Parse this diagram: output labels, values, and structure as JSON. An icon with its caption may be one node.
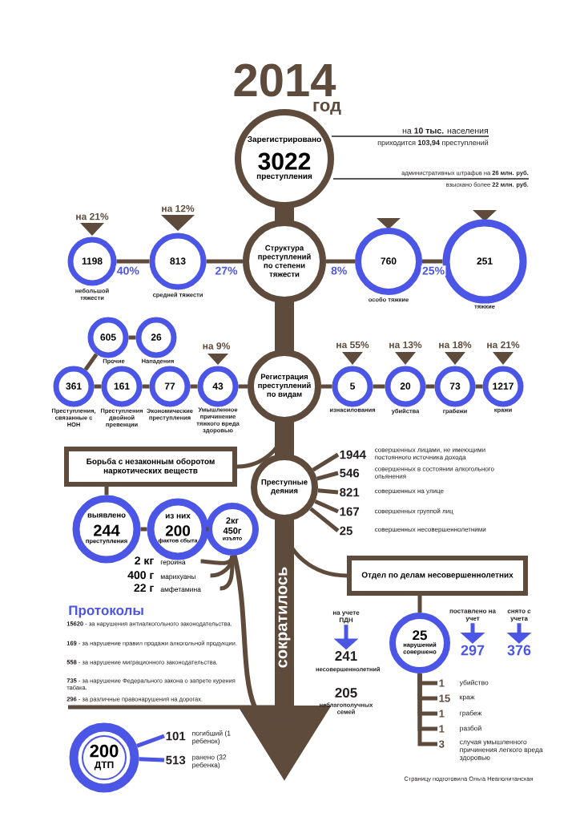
{
  "diagram": {
    "title": "2014",
    "nodes": [
      {
        "text": [
          "Зарегистрировано",
          "3022",
          "преступления"
        ]
      },
      {
        "text": [
          "Структура преступлений по степени тяжести"
        ]
      },
      {
        "text": [
          "1198"
        ],
        "beside": [
          "на 21%",
          "небольшой тяжести"
        ]
      },
      {
        "text": [
          "813"
        ],
        "beside": [
          "на 12%",
          "средней тяжести"
        ]
      },
      {
        "text": [
          "760"
        ],
        "beside": [
          "особо тяжкие"
        ]
      },
      {
        "text": [
          "251"
        ],
        "beside": [
          "тяжкие"
        ]
      },
      {
        "text": [
          "Регистрация преступлений по видам"
        ]
      },
      {
        "text": [
          "605"
        ],
        "beside": [
          "Прочие"
        ]
      },
      {
        "text": [
          "26"
        ],
        "beside": [
          "Нападения"
        ]
      },
      {
        "text": [
          "361"
        ],
        "beside": [
          "Преступления, связанные с НОН"
        ]
      },
      {
        "text": [
          "161"
        ],
        "beside": [
          "Преступления двойной превенции"
        ]
      },
      {
        "text": [
          "77"
        ],
        "beside": [
          "Экономические преступления"
        ]
      },
      {
        "text": [
          "43"
        ]
      },
      {
        "text": [
          "5"
        ],
        "beside": [
          "на 55%",
          "изнасилования"
        ]
      },
      {
        "text": [
          "20"
        ],
        "beside": [
          "на 13%",
          "убийства"
        ]
      },
      {
        "text": [
          "73"
        ],
        "beside": [
          "на 18%",
          "грабежи"
        ]
      },
      {
        "text": [
          "1217"
        ],
        "beside": [
          "на 21%",
          "кражи"
        ]
      },
      {
        "text": [
          "Преступные деяния"
        ]
      },
      {
        "text": [
          "1944"
        ],
        "beside": [
          "совершенных лицами, не имеющими постоянного источника дохода"
        ]
      },
      {
        "text": [
          "546"
        ],
        "beside": [
          "совершенных в состоянии алкогольного опьянения"
        ]
      },
      {
        "text": [
          "821"
        ],
        "beside": [
          "совершенных на улице"
        ]
      },
      {
        "text": [
          "167"
        ],
        "beside": [
          "совершенных группой лиц"
        ]
      },
      {
        "text": [
          "25"
        ],
        "beside": [
          "совершенных несовершеннолетними"
        ]
      },
      {
        "text": [
          "Борьба с незаконным оборотом наркотических веществ"
        ]
      },
      {
        "text": [
          "выявлено",
          "244",
          "преступления"
        ]
      },
      {
        "text": [
          "из них",
          "200",
          "фактов сбыта"
        ]
      },
      {
        "text": [
          "2кг",
          "450г",
          "изъято"
        ]
      },
      {
        "text": [
          "2 кг",
          "героина"
        ]
      },
      {
        "text": [
          "400 г",
          "марихуаны"
        ]
      },
      {
        "text": [
          "22 г",
          "амфетамина"
        ]
      },
      {
        "text": [
          "200",
          "ДТП"
        ]
      },
      {
        "text": [
          "101"
        ],
        "beside": [
          "погибший (1 ребенок)"
        ]
      },
      {
        "text": [
          "513"
        ],
        "beside": [
          "ранено (32 ребенка)"
        ]
      },
      {
        "text": [
          "Отдел по делам несовершеннолетних"
        ]
      },
      {
        "text": [
          "25",
          "нарушений совершено"
        ]
      },
      {
        "text": [
          "1"
        ],
        "beside": [
          "убийство"
        ]
      },
      {
        "text": [
          "15"
        ],
        "beside": [
          "краж"
        ]
      },
      {
        "text": [
          "1"
        ],
        "beside": [
          "грабеж"
        ]
      },
      {
        "text": [
          "1"
        ],
        "beside": [
          "разбой"
        ]
      },
      {
        "text": [
          "3"
        ],
        "beside": [
          "случая умышленного причинения легкого вреда здоровью"
        ]
      },
      {
        "text": [
          "на учете ПДН"
        ]
      },
      {
        "text": [
          "241"
        ],
        "beside": [
          "несовершеннолетний"
        ]
      },
      {
        "text": [
          "поставлено на учет"
        ]
      },
      {
        "text": [
          "297"
        ]
      },
      {
        "text": [
          "снято с учета"
        ]
      },
      {
        "text": [
          "376"
        ]
      }
    ],
    "edges": [
      {
        "from": 0,
        "to": 1,
        "arrow": "none",
        "style": "thick"
      },
      {
        "from": 1,
        "to": 6,
        "arrow": "none",
        "style": "thick"
      },
      {
        "from": 6,
        "to": 17,
        "arrow": "none",
        "style": "thick"
      },
      {
        "from": 17,
        "to": null,
        "arrow": "to",
        "style": "thick"
      },
      {
        "from": 2,
        "to": 3,
        "arrow": "none",
        "label": "40%"
      },
      {
        "from": 3,
        "to": 1,
        "arrow": "none",
        "label": "27%"
      },
      {
        "from": 1,
        "to": 4,
        "arrow": "none",
        "label": "8%"
      },
      {
        "from": 4,
        "to": 5,
        "arrow": "none",
        "label": "25%"
      },
      {
        "from": 7,
        "to": 8,
        "arrow": "none"
      },
      {
        "from": 9,
        "to": 7,
        "arrow": "none"
      },
      {
        "from": 9,
        "to": 10,
        "arrow": "none"
      },
      {
        "from": 10,
        "to": 11,
        "arrow": "none"
      },
      {
        "from": 11,
        "to": 12,
        "arrow": "none"
      },
      {
        "from": 12,
        "to": 6,
        "arrow": "none"
      },
      {
        "from": 6,
        "to": 13,
        "arrow": "none"
      },
      {
        "from": 13,
        "to": 14,
        "arrow": "none"
      },
      {
        "from": 14,
        "to": 15,
        "arrow": "none"
      },
      {
        "from": 15,
        "to": 16,
        "arrow": "none"
      },
      {
        "from": 17,
        "to": 18,
        "arrow": "none"
      },
      {
        "from": 17,
        "to": 19,
        "arrow": "none"
      },
      {
        "from": 17,
        "to": 20,
        "arrow": "none"
      },
      {
        "from": 17,
        "to": 21,
        "arrow": "none"
      },
      {
        "from": 17,
        "to": 22,
        "arrow": "none"
      },
      {
        "from": 6,
        "to": 23,
        "arrow": "none"
      },
      {
        "from": 23,
        "to": 24,
        "arrow": "none"
      },
      {
        "from": 24,
        "to": 25,
        "arrow": "none"
      },
      {
        "from": 25,
        "to": 26,
        "arrow": "none"
      },
      {
        "from": 26,
        "to": 27,
        "arrow": "none"
      },
      {
        "from": 26,
        "to": 28,
        "arrow": "none"
      },
      {
        "from": 26,
        "to": 29,
        "arrow": "none"
      },
      {
        "from": 30,
        "to": 31,
        "arrow": "none",
        "color": "#4b55e6"
      },
      {
        "from": 30,
        "to": 32,
        "arrow": "none",
        "color": "#4b55e6"
      },
      {
        "from": 17,
        "to": 33,
        "arrow": "none"
      },
      {
        "from": 33,
        "to": 34,
        "arrow": "none"
      },
      {
        "from": 34,
        "to": 35,
        "arrow": "none"
      },
      {
        "from": 34,
        "to": 36,
        "arrow": "none"
      },
      {
        "from": 34,
        "to": 37,
        "arrow": "none"
      },
      {
        "from": 34,
        "to": 38,
        "arrow": "none"
      },
      {
        "from": 34,
        "to": 39,
        "arrow": "none"
      },
      {
        "from": 40,
        "to": 41,
        "arrow": "to",
        "color": "#4b55e6"
      },
      {
        "from": 42,
        "to": 43,
        "arrow": "to",
        "color": "#4b55e6"
      },
      {
        "from": 44,
        "to": 45,
        "arrow": "to",
        "color": "#4b55e6"
      }
    ],
    "labels": [
      "год",
      "на **10 тыс.** населения",
      "приходится **103,94** преступлений",
      "административных штрафов на **26 млн. руб.**",
      "взыскано более **22 млн. руб.**",
      "на 9%",
      "Умышленное причинение тяжкого вреда здоровью",
      "сократилось",
      "Протоколы",
      "**15620** - за нарушения антиалкогольного законодательства.",
      "**169** - за нарушение правил продажи алкогольной продукции.",
      "**558** - за нарушение миграционного законодательства.",
      "**735** - за нарушение Федерального закона о запрете курения табака.",
      "**296** - за различные правонарушения на дорогах.",
      "205",
      "неблагополучных семей",
      "Страницу подготовила Ольга Неаполитанская"
    ]
  }
}
